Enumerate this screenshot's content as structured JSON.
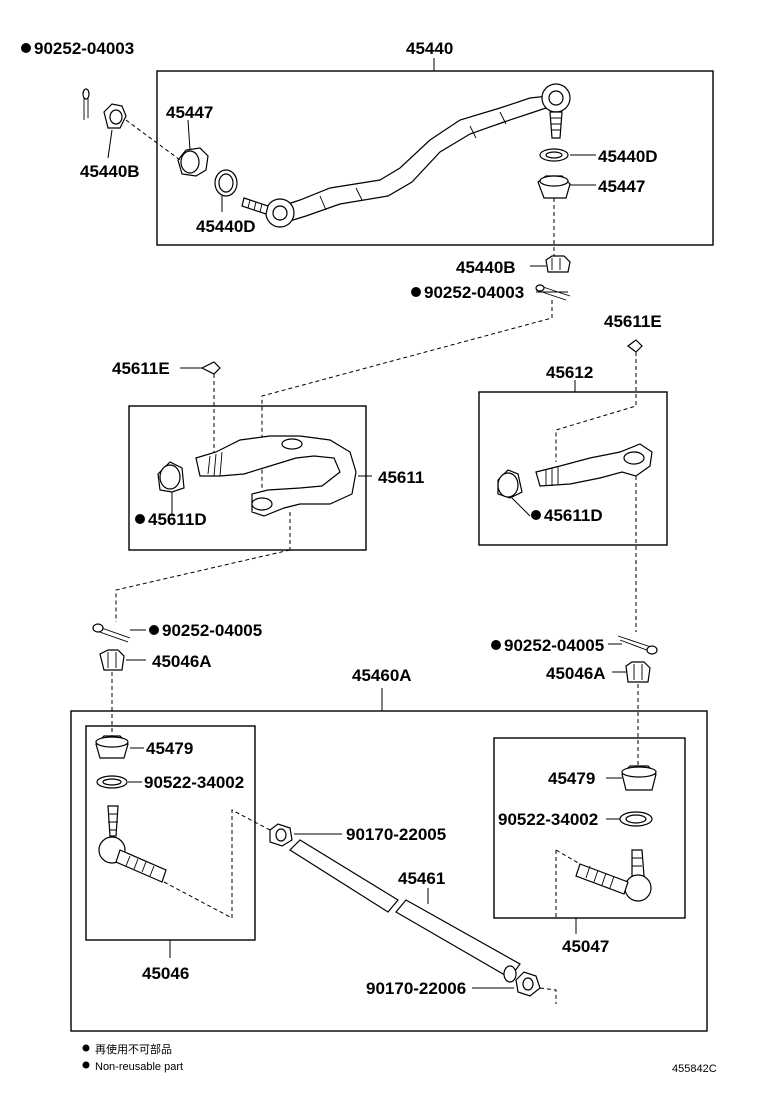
{
  "labels": {
    "p_90252_04003_top": "90252-04003",
    "p_45440": "45440",
    "p_45447_left": "45447",
    "p_45440B_left": "45440B",
    "p_45440D_left": "45440D",
    "p_45440D_right": "45440D",
    "p_45447_right": "45447",
    "p_45440B_right": "45440B",
    "p_90252_04003_mid": "90252-04003",
    "p_45611E_right": "45611E",
    "p_45611E_left": "45611E",
    "p_45612": "45612",
    "p_45611": "45611",
    "p_45611D_left": "45611D",
    "p_45611D_right": "45611D",
    "p_90252_04005_left": "90252-04005",
    "p_90252_04005_right": "90252-04005",
    "p_45046A_left": "45046A",
    "p_45046A_right": "45046A",
    "p_45460A": "45460A",
    "p_45479_left": "45479",
    "p_90522_left": "90522-34002",
    "p_90170_22005": "90170-22005",
    "p_45461": "45461",
    "p_45479_right": "45479",
    "p_90522_right": "90522-34002",
    "p_45046": "45046",
    "p_45047": "45047",
    "p_90170_22006": "90170-22006"
  },
  "legend": {
    "line1": "再使用不可部品",
    "line2": "Non-reusable part"
  },
  "diagram_id": "455842C"
}
